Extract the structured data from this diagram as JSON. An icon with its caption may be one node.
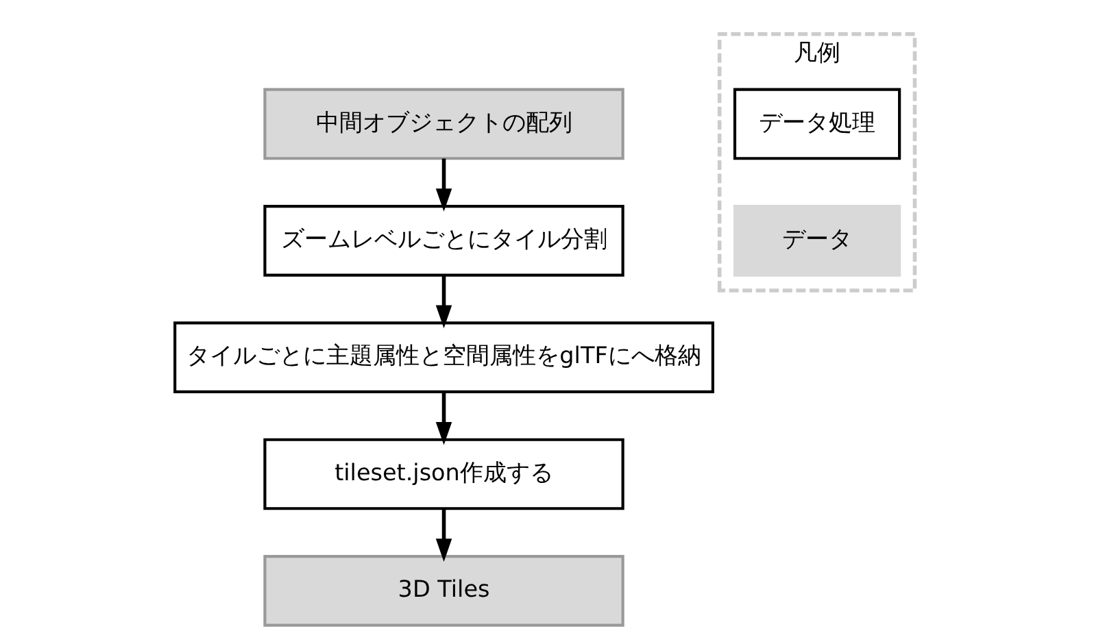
{
  "diagram": {
    "nodes": [
      {
        "text": [
          "中間オブジェクトの配列"
        ]
      },
      {
        "text": [
          "ズームレベルごとにタイル分割"
        ]
      },
      {
        "text": [
          "タイルごとに主題属性と空間属性をglTFにへ格納"
        ]
      },
      {
        "text": [
          "tileset.json作成する"
        ]
      },
      {
        "text": [
          "3D Tiles"
        ]
      },
      {
        "text": [
          "凡例"
        ]
      }
    ],
    "edges": [
      {
        "from": 0,
        "to": 1,
        "arrow": "to"
      },
      {
        "from": 1,
        "to": 2,
        "arrow": "to"
      },
      {
        "from": 2,
        "to": 3,
        "arrow": "to"
      },
      {
        "from": 3,
        "to": 4,
        "arrow": "to"
      }
    ],
    "legend": [
      {
        "text": "データ処理",
        "color": "#ffffff"
      },
      {
        "text": "データ",
        "color": "#d9d9d9"
      }
    ]
  }
}
